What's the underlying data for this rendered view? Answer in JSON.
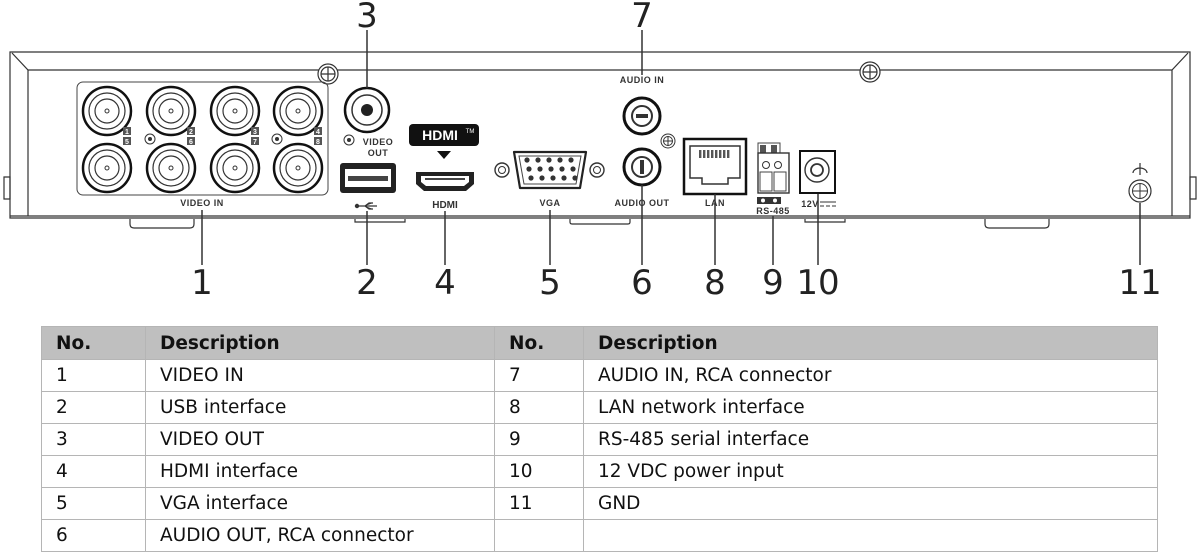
{
  "diagram": {
    "title": "DVR rear panel",
    "panel_labels": {
      "video_in": "VIDEO IN",
      "video_out_line1": "VIDEO",
      "video_out_line2": "OUT",
      "hdmi_logo": "HDMI",
      "hdmi_tm": "TM",
      "hdmi_label": "HDMI",
      "vga": "VGA",
      "audio_in": "AUDIO IN",
      "audio_out": "AUDIO OUT",
      "lan": "LAN",
      "rs485": "RS-485",
      "power": "12V"
    },
    "channel_numbers": [
      "1",
      "2",
      "3",
      "4",
      "5",
      "6",
      "7",
      "8"
    ],
    "callouts": [
      {
        "id": "1",
        "target": "video-in"
      },
      {
        "id": "2",
        "target": "usb"
      },
      {
        "id": "3",
        "target": "video-out"
      },
      {
        "id": "4",
        "target": "hdmi"
      },
      {
        "id": "5",
        "target": "vga"
      },
      {
        "id": "6",
        "target": "audio-out"
      },
      {
        "id": "7",
        "target": "audio-in"
      },
      {
        "id": "8",
        "target": "lan"
      },
      {
        "id": "9",
        "target": "rs485"
      },
      {
        "id": "10",
        "target": "power"
      },
      {
        "id": "11",
        "target": "gnd"
      }
    ]
  },
  "table": {
    "headers": [
      "No.",
      "Description",
      "No.",
      "Description"
    ],
    "rows": [
      [
        "1",
        "VIDEO IN",
        "7",
        "AUDIO IN, RCA connector"
      ],
      [
        "2",
        "USB interface",
        "8",
        "LAN network interface"
      ],
      [
        "3",
        "VIDEO OUT",
        "9",
        "RS-485 serial interface"
      ],
      [
        "4",
        "HDMI interface",
        "10",
        "12 VDC power input"
      ],
      [
        "5",
        "VGA interface",
        "11",
        "GND"
      ],
      [
        "6",
        "AUDIO OUT, RCA connector",
        "",
        ""
      ]
    ]
  }
}
